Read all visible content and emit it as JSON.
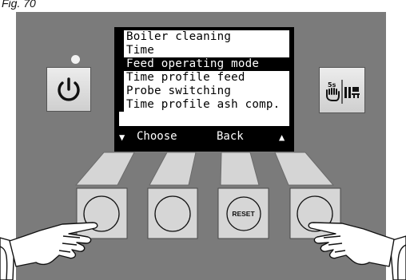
{
  "figure_label": "Fig. 70",
  "menu": {
    "items": [
      "Boiler cleaning",
      "Time",
      "Feed operating mode",
      "Time profile feed",
      "Probe switching",
      "Time profile ash comp."
    ],
    "selected_index": 2
  },
  "softkeys": {
    "down_icon": "▼",
    "choose_label": "Choose",
    "back_label": "Back",
    "up_icon": "▲"
  },
  "buttons": {
    "reset_label": "RESET",
    "mode_badge": "5s"
  }
}
